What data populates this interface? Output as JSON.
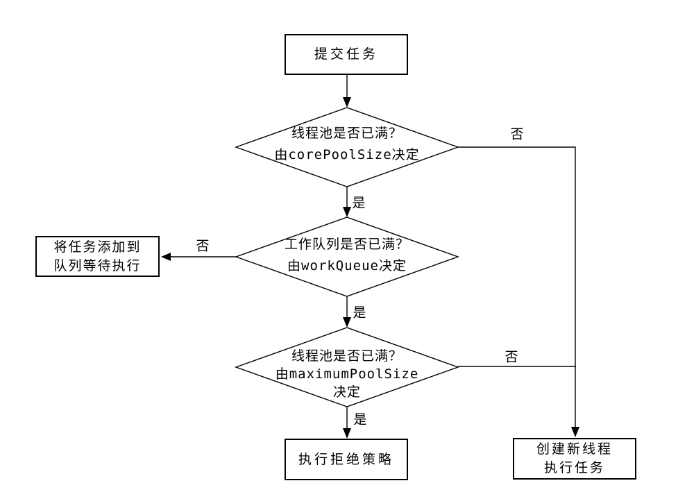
{
  "flowchart": {
    "nodes": {
      "submit_task": {
        "label": "提交任务"
      },
      "decision_core_pool": {
        "question": "线程池是否已满？",
        "detail": "由corePoolSize决定"
      },
      "add_to_queue": {
        "line1": "将任务添加到",
        "line2": "队列等待执行"
      },
      "decision_work_queue": {
        "question": "工作队列是否已满？",
        "detail": "由workQueue决定"
      },
      "decision_max_pool": {
        "question": "线程池是否已满？",
        "detail": "由maximumPoolSize",
        "detail2": "决定"
      },
      "reject_policy": {
        "label": "执行拒绝策略"
      },
      "create_thread": {
        "line1": "创建新线程",
        "line2": "执行任务"
      }
    },
    "edge_labels": {
      "core_pool_no": "否",
      "core_pool_yes": "是",
      "work_queue_no": "否",
      "work_queue_yes": "是",
      "max_pool_no": "否",
      "max_pool_yes": "是"
    },
    "colors": {
      "stroke": "#000000",
      "node_fill": "#ffffff",
      "background": "#ffffff",
      "text": "#000000"
    }
  }
}
